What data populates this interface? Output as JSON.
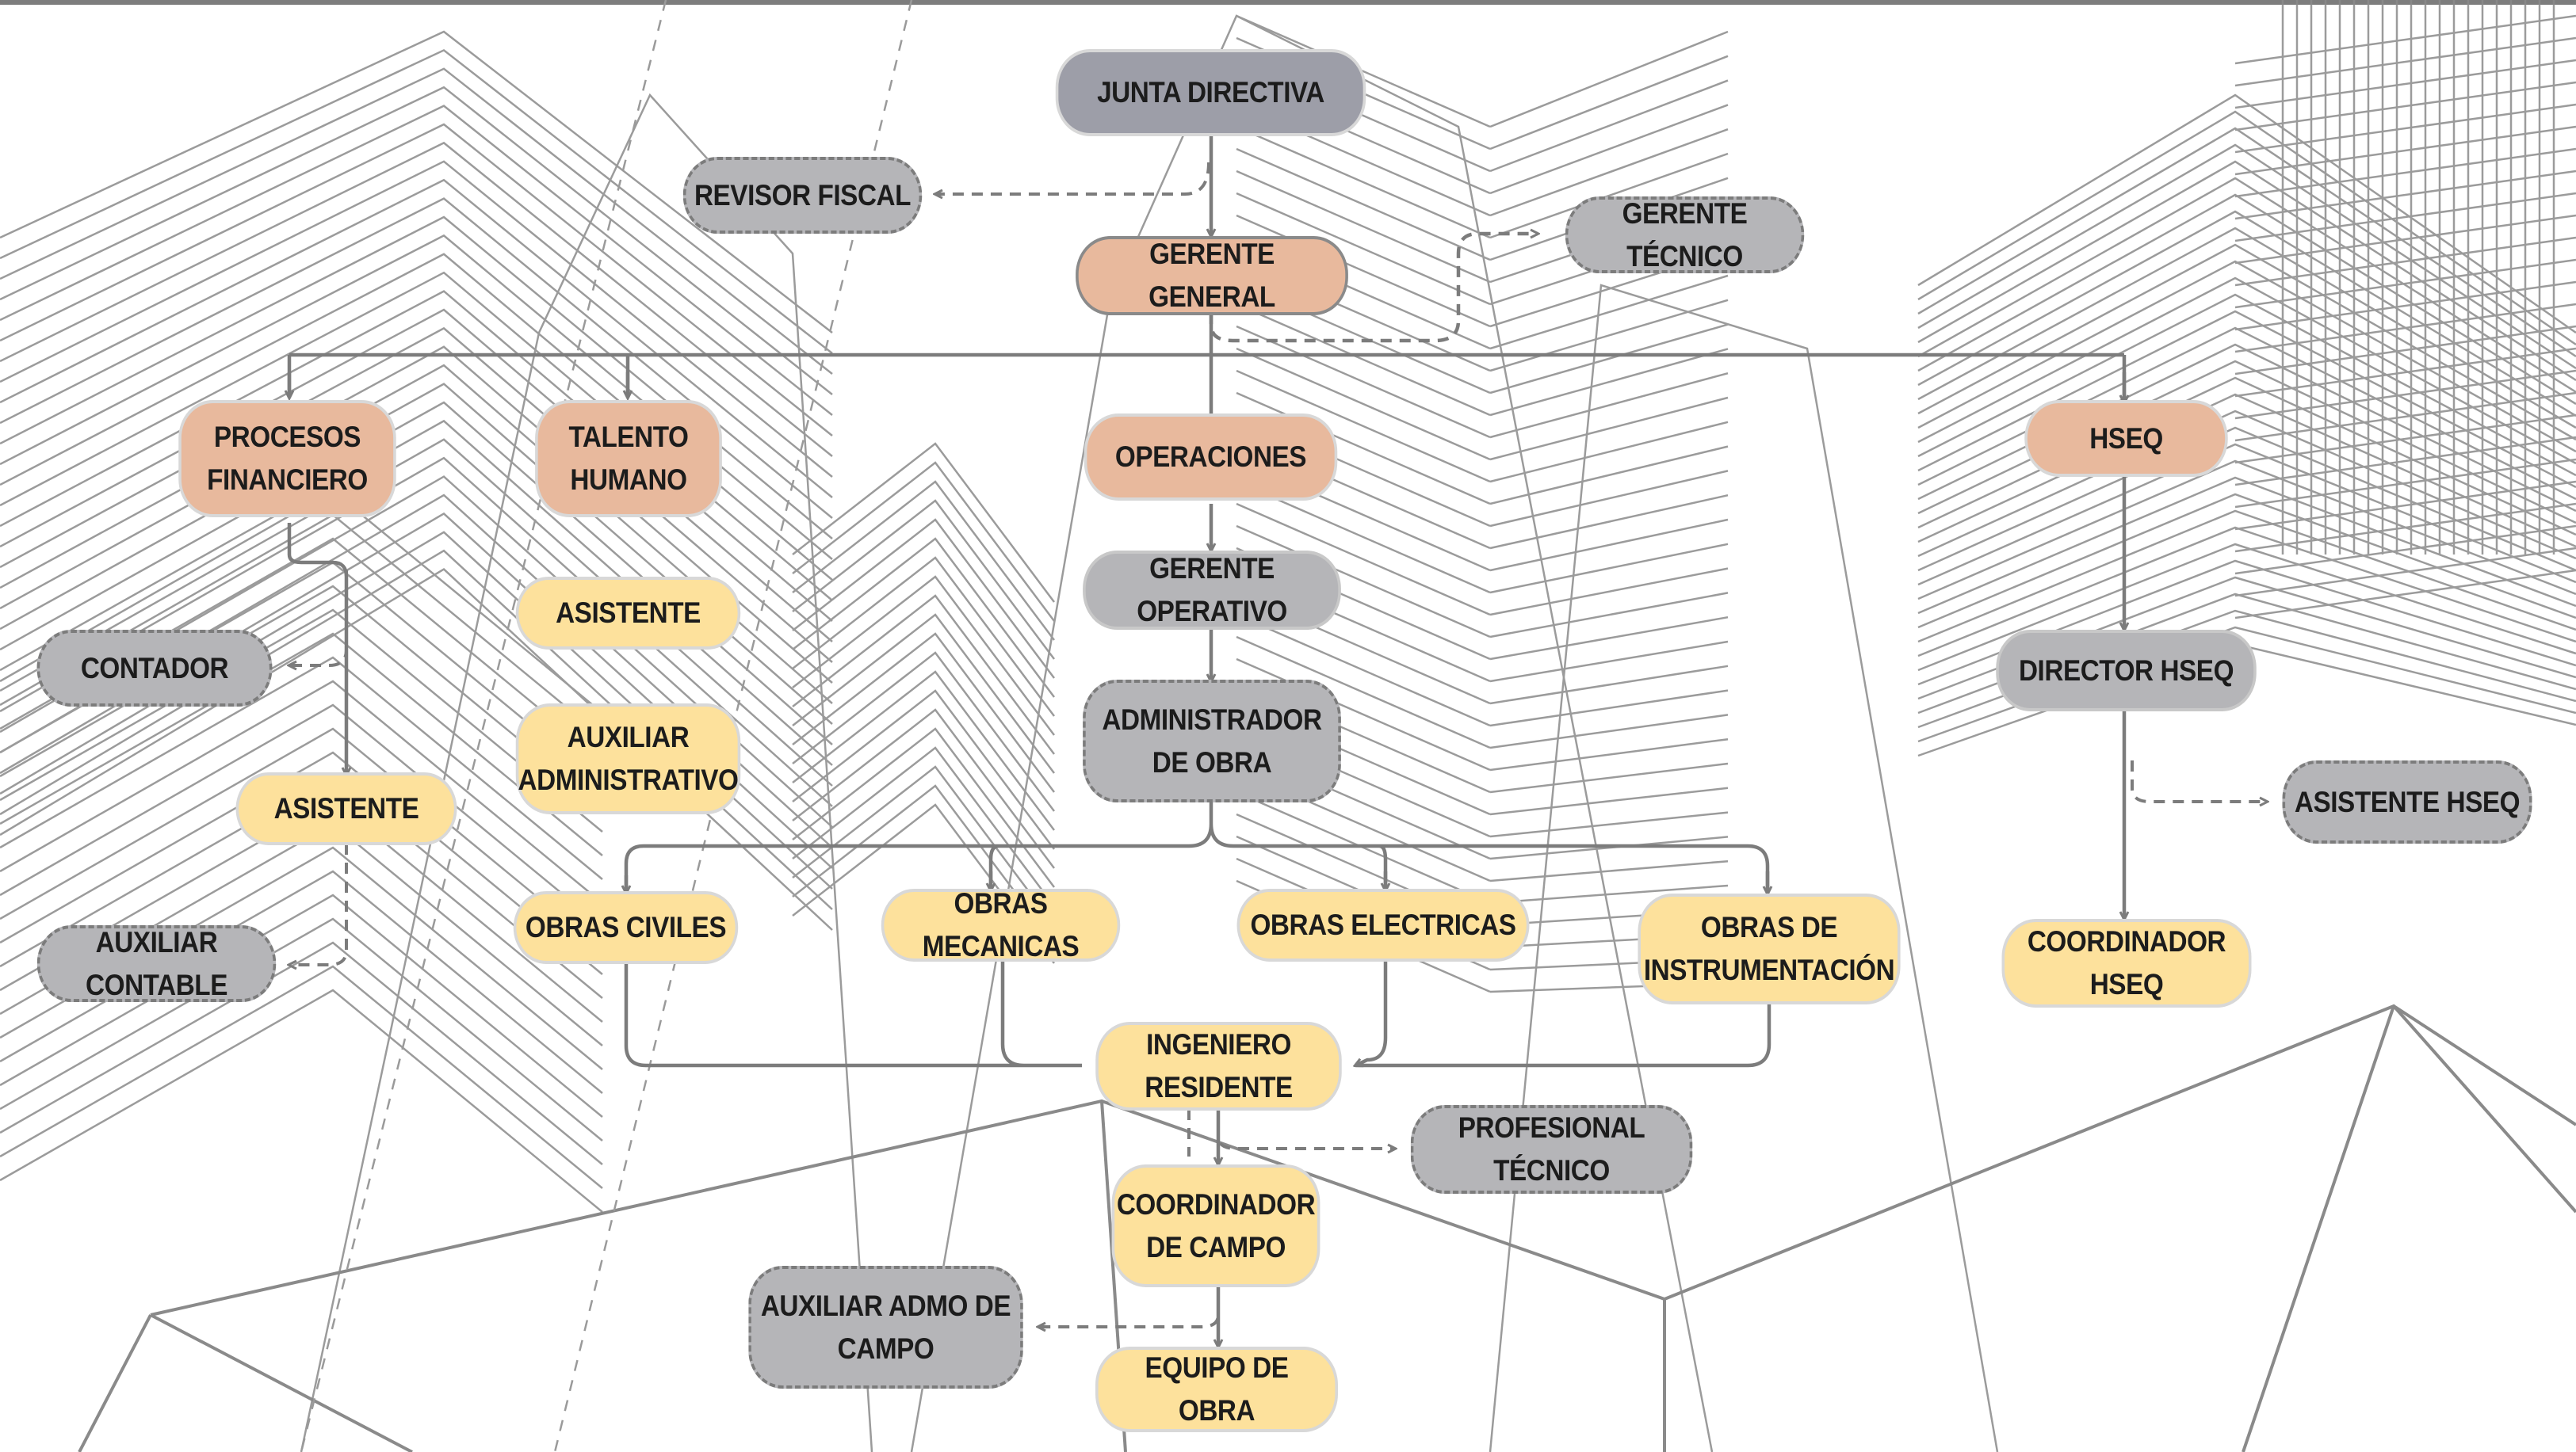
{
  "nodes": {
    "junta_directiva": "JUNTA DIRECTIVA",
    "revisor_fiscal": "REVISOR FISCAL",
    "gerente_general": "GERENTE GENERAL",
    "gerente_tecnico": "GERENTE TÉCNICO",
    "procesos_financiero": "PROCESOS FINANCIERO",
    "talento_humano": "TALENTO HUMANO",
    "operaciones": "OPERACIONES",
    "hseq": "HSEQ",
    "asistente_th": "ASISTENTE",
    "auxiliar_administrativo": "AUXILIAR ADMINISTRATIVO",
    "contador": "CONTADOR",
    "asistente_fin": "ASISTENTE",
    "auxiliar_contable": "AUXILIAR CONTABLE",
    "gerente_operativo": "GERENTE OPERATIVO",
    "administrador_obra": "ADMINISTRADOR DE OBRA",
    "director_hseq": "DIRECTOR HSEQ",
    "asistente_hseq": "ASISTENTE HSEQ",
    "coordinador_hseq": "COORDINADOR HSEQ",
    "obras_civiles": "OBRAS CIVILES",
    "obras_mecanicas": "OBRAS MECANICAS",
    "obras_electricas": "OBRAS ELECTRICAS",
    "obras_instrumentacion": "OBRAS DE INSTRUMENTACIÓN",
    "ingeniero_residente": "INGENIERO RESIDENTE",
    "profesional_tecnico": "PROFESIONAL TÉCNICO",
    "coordinador_campo": "COORDINADOR DE CAMPO",
    "auxiliar_admo_campo": "AUXILIAR ADMO DE CAMPO",
    "equipo_obra": "EQUIPO DE OBRA"
  },
  "colors": {
    "gray": "#b5b5b8",
    "dark_gray": "#9d9ea8",
    "salmon": "#e8b99d",
    "yellow": "#fde19c",
    "connector": "#7c7c7c",
    "background_lines": "#8a8a8a"
  }
}
